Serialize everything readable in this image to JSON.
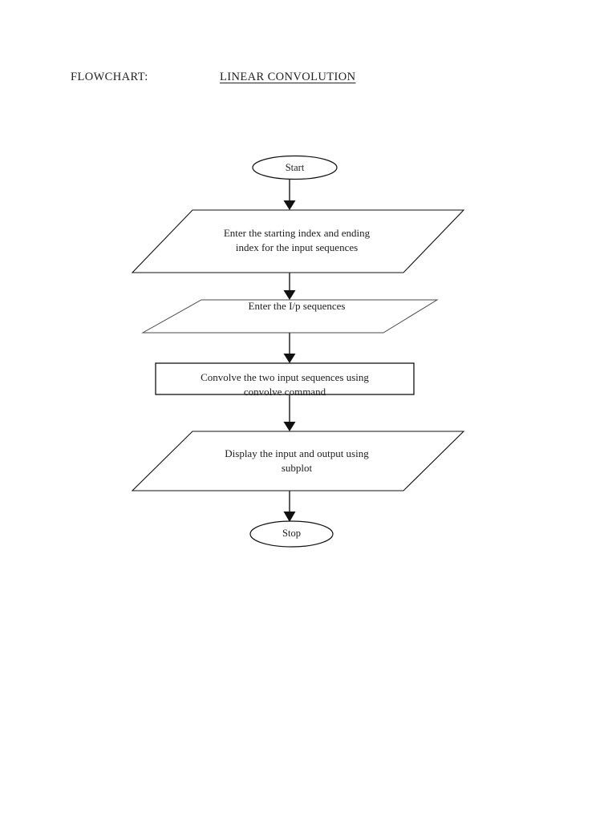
{
  "document": {
    "header": {
      "label": "FLOWCHART:",
      "title": "LINEAR CONVOLUTION"
    }
  },
  "chart_data": {
    "type": "diagram",
    "diagram_kind": "flowchart",
    "title": "LINEAR CONVOLUTION",
    "orientation": "top-to-bottom",
    "line_color": "#000000",
    "fill_color": "#ffffff",
    "nodes": [
      {
        "id": "start",
        "shape": "ellipse",
        "text": "Start"
      },
      {
        "id": "input1",
        "shape": "parallelogram",
        "text": "Enter the starting index and ending\nindex for the input sequences"
      },
      {
        "id": "input2",
        "shape": "parallelogram",
        "text": "Enter the I/p sequences"
      },
      {
        "id": "process",
        "shape": "rectangle",
        "text": "Convolve the two input sequences using\nconvolve command"
      },
      {
        "id": "output",
        "shape": "parallelogram",
        "text": "Display the input and output using\nsubplot"
      },
      {
        "id": "stop",
        "shape": "ellipse",
        "text": "Stop"
      }
    ],
    "edges": [
      {
        "from": "start",
        "to": "input1",
        "style": "arrow"
      },
      {
        "from": "input1",
        "to": "input2",
        "style": "arrow"
      },
      {
        "from": "input2",
        "to": "process",
        "style": "arrow"
      },
      {
        "from": "process",
        "to": "output",
        "style": "arrow"
      },
      {
        "from": "output",
        "to": "stop",
        "style": "arrow"
      }
    ]
  }
}
